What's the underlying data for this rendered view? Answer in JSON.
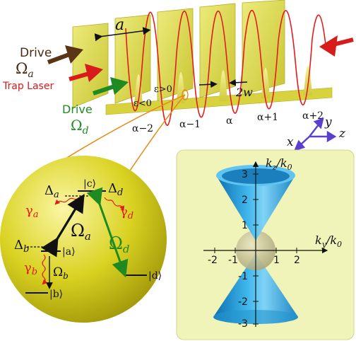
{
  "lattice": {
    "spacing_label": "a",
    "width_label": "2w",
    "eps_pos": "ε>0",
    "eps_neg": "ε<0",
    "sites": [
      "α−2",
      "α−1",
      "α",
      "α+1",
      "α+2"
    ]
  },
  "beams": {
    "drive_a_word": "Drive",
    "drive_a_sym": "Ω",
    "drive_a_sub": "a",
    "trap_laser": "Trap Laser",
    "drive_d_word": "Drive",
    "drive_d_sym": "Ω",
    "drive_d_sub": "d"
  },
  "axes3d": {
    "x": "x",
    "y": "y",
    "z": "z"
  },
  "levels": {
    "c": "|c⟩",
    "a": "|a⟩",
    "b": "|b⟩",
    "d": "|d⟩",
    "Delta": "Δ",
    "Delta_a_sub": "a",
    "Delta_d_sub": "d",
    "Delta_b_sub": "b",
    "gamma": "γ",
    "gamma_a_sub": "a",
    "gamma_d_sub": "d",
    "gamma_b_sub": "b",
    "Omega": "Ω",
    "Omega_a_sub": "a",
    "Omega_b_sub": "b",
    "Omega_d_sub": "d"
  },
  "dispersion": {
    "xlabel_k": "k",
    "xlabel_sub": "y",
    "xlabel_rest": "/k",
    "xlabel_rest_sub": "0",
    "ylabel_k": "k",
    "ylabel_sub": "z",
    "ylabel_rest": "/k",
    "ylabel_rest_sub": "0",
    "x_ticks": [
      "-2",
      "-1",
      "1",
      "2"
    ],
    "y_ticks": [
      "3",
      "2",
      "1",
      "-1",
      "-2",
      "-3"
    ]
  },
  "colors": {
    "plate": "#e2e05a",
    "standing_wave": "#e11b1b",
    "drive_a": "#5a3414",
    "trap": "#d81b1b",
    "drive_d": "#1f8a22",
    "axes3d": "#5b3fd0",
    "cone": "#1e95cf",
    "panel_bg": "#f0f4b8",
    "sphere": "#c9c68a"
  }
}
